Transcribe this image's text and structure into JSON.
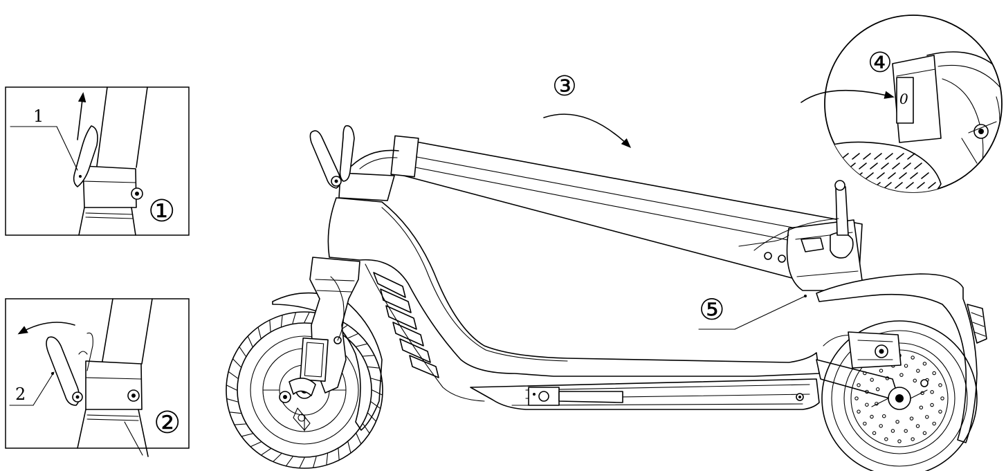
{
  "diagram": {
    "palette": {
      "ink": "#000000",
      "paper": "#ffffff"
    },
    "panels": [
      {
        "id": "panel-step-1",
        "step_marker": "①",
        "part_callout": "1"
      },
      {
        "id": "panel-step-2",
        "step_marker": "②",
        "part_callout": "2"
      }
    ],
    "main_view": {
      "fold_marker": "③",
      "latch_marker": "⑤"
    },
    "detail_view": {
      "marker": "④",
      "mark": "0"
    }
  }
}
